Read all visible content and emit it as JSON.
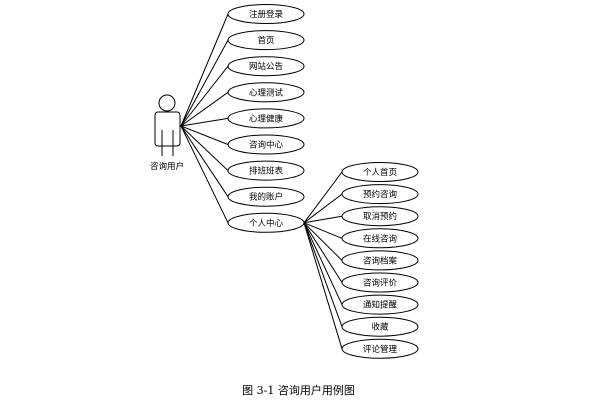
{
  "diagram": {
    "actor": {
      "label": "咨询用户",
      "icon": "stick-figure-actor-icon"
    },
    "primary_use_cases": [
      "注册登录",
      "首页",
      "网站公告",
      "心理测试",
      "心理健康",
      "咨询中心",
      "排班班表",
      "我的账户",
      "个人中心"
    ],
    "secondary_use_cases": [
      "个人首页",
      "预约咨询",
      "取消预约",
      "在线咨询",
      "咨询档案",
      "咨询评价",
      "通知提醒",
      "收藏",
      "评论管理"
    ],
    "parent_of_secondary": "个人中心",
    "caption": "图 3-1  咨询用户用例图",
    "colors": {
      "stroke": "#000000",
      "fill": "#ffffff",
      "text": "#000000"
    }
  }
}
